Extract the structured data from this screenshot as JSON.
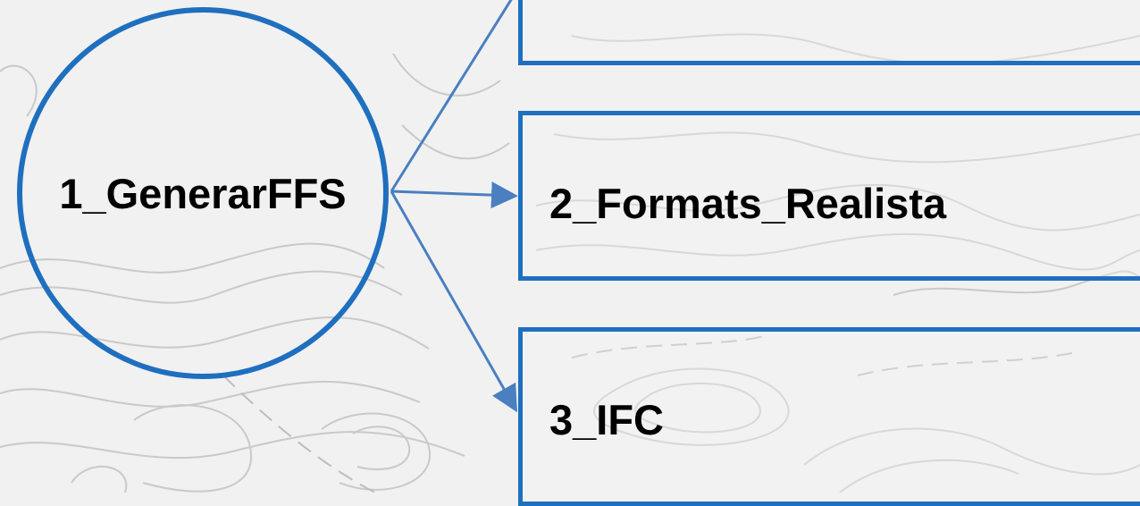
{
  "diagram": {
    "root": {
      "label": "1_GenerarFFS"
    },
    "children": [
      {
        "label": "2_Formats_Realista"
      },
      {
        "label": "3_IFC"
      }
    ],
    "colors": {
      "border": "#1f6fbf",
      "connector": "#4a7fc1",
      "background": "#f1f1f1",
      "contour": "#c8c8c8"
    }
  }
}
